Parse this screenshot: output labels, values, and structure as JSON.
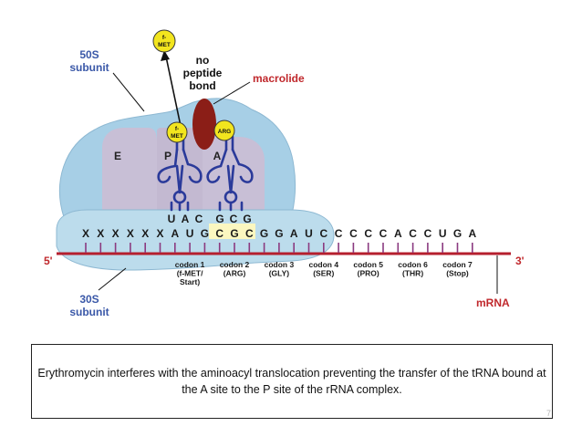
{
  "labels": {
    "subunit50s_line1": "50S",
    "subunit50s_line2": "subunit",
    "subunit30s_line1": "30S",
    "subunit30s_line2": "subunit",
    "no_peptide_line1": "no",
    "no_peptide_line2": "peptide",
    "no_peptide_line3": "bond",
    "macrolide": "macrolide",
    "five_prime": "5'",
    "three_prime": "3'",
    "mrna": "mRNA",
    "site_e": "E",
    "site_p": "P",
    "site_a": "A"
  },
  "amino_acids": {
    "free_line1": "f-",
    "free_line2": "MET",
    "p_line1": "f-",
    "p_line2": "MET",
    "a_label": "ARG"
  },
  "anticodons": [
    "U",
    "A",
    "C",
    "G",
    "C",
    "G"
  ],
  "mrna_bases": [
    "X",
    "X",
    "X",
    "X",
    "X",
    "X",
    "A",
    "U",
    "G",
    "C",
    "G",
    "C",
    "G",
    "G",
    "A",
    "U",
    "C",
    "C",
    "C",
    "C",
    "C",
    "A",
    "C",
    "C",
    "U",
    "G",
    "A"
  ],
  "codons": [
    {
      "line1": "codon 1",
      "line2": "(f-MET/",
      "line3": "Start)"
    },
    {
      "line1": "codon 2",
      "line2": "(ARG)",
      "line3": ""
    },
    {
      "line1": "codon 3",
      "line2": "(GLY)",
      "line3": ""
    },
    {
      "line1": "codon 4",
      "line2": "(SER)",
      "line3": ""
    },
    {
      "line1": "codon 5",
      "line2": "(PRO)",
      "line3": ""
    },
    {
      "line1": "codon 6",
      "line2": "(THR)",
      "line3": ""
    },
    {
      "line1": "codon 7",
      "line2": "(Stop)",
      "line3": ""
    }
  ],
  "caption": "Erythromycin interferes with the aminoacyl translocation preventing the transfer of the tRNA bound at the A site to the P site of the rRNA complex.",
  "slide_number": "7",
  "colors": {
    "ribosome_50s": "#a7cfe6",
    "ribosome_30s": "#bcdcec",
    "site_shade": "#c8bfd6",
    "trna": "#2a3a9a",
    "amino_acid": "#f2e51e",
    "macrolide": "#8b1e17",
    "mrna": "#b51f2e",
    "label_blue": "#3a58a8",
    "highlight": "#fbf7c0"
  }
}
